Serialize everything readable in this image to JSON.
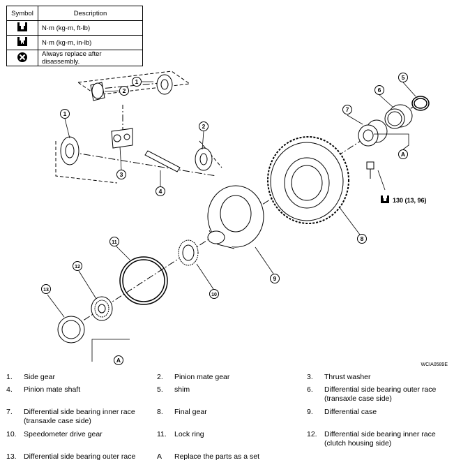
{
  "symbol_table": {
    "header": {
      "symbol": "Symbol",
      "description": "Description"
    },
    "rows": [
      {
        "icon": "torque-wrench-icon",
        "description": "N·m (kg-m, ft-lb)"
      },
      {
        "icon": "torque-wrench-inlb-icon",
        "description": "N·m (kg-m, in-lb)"
      },
      {
        "icon": "replace-part-icon",
        "description": "Always replace after disassembly."
      }
    ]
  },
  "diagram": {
    "callouts": [
      "1",
      "2",
      "1",
      "2",
      "3",
      "4",
      "5",
      "6",
      "7",
      "8",
      "9",
      "10",
      "11",
      "12",
      "13"
    ],
    "torque_spec": "130 (13, 96)",
    "set_marker": "A",
    "image_ref": "WCIA0589E"
  },
  "legend": [
    {
      "num": "1.",
      "text": "Side gear"
    },
    {
      "num": "2.",
      "text": "Pinion mate gear"
    },
    {
      "num": "3.",
      "text": "Thrust washer"
    },
    {
      "num": "4.",
      "text": "Pinion mate shaft"
    },
    {
      "num": "5.",
      "text": "shim"
    },
    {
      "num": "6.",
      "text": "Differential side bearing outer race (transaxle case side)"
    },
    {
      "num": "7.",
      "text": "Differential side bearing inner race (transaxle case side)"
    },
    {
      "num": "8.",
      "text": "Final gear"
    },
    {
      "num": "9.",
      "text": "Differential case"
    },
    {
      "num": "10.",
      "text": "Speedometer drive gear"
    },
    {
      "num": "11.",
      "text": "Lock ring"
    },
    {
      "num": "12.",
      "text": "Differential side bearing inner race (clutch housing side)"
    },
    {
      "num": "13.",
      "text": "Differential side bearing outer race"
    },
    {
      "num": "A",
      "text": "Replace the parts as a set"
    }
  ]
}
